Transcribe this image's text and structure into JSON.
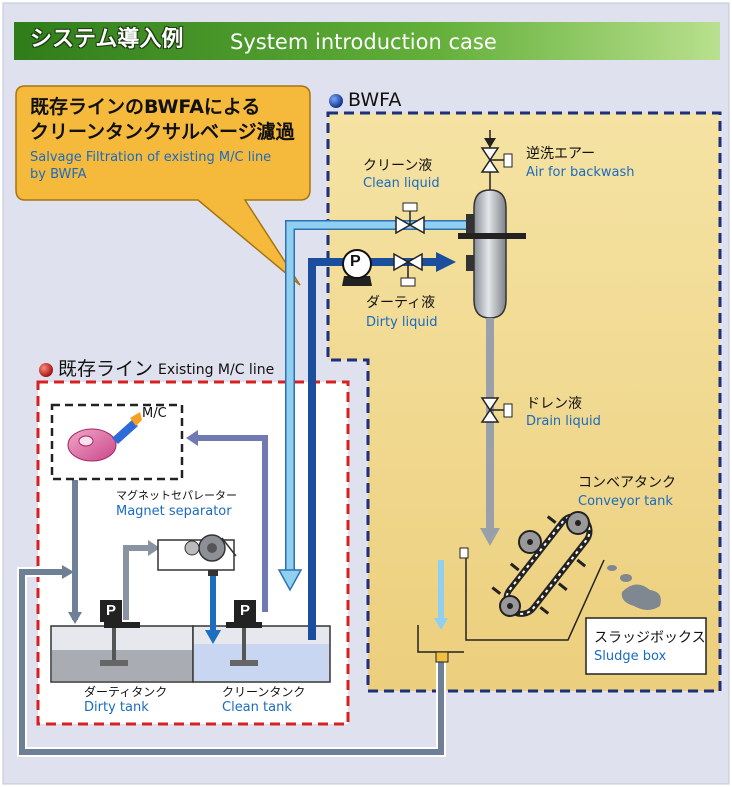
{
  "header": {
    "title_jp": "システム導入例",
    "title_en": "System introduction case"
  },
  "callout": {
    "line1_jp": "既存ラインのBWFAによる",
    "line2_jp": "クリーンタンクサルベージ濾過",
    "line1_en": "Salvage Filtration of existing M/C line",
    "line2_en": "by BWFA"
  },
  "sections": {
    "bwfa": "BWFA",
    "existing_jp": "既存ライン",
    "existing_en": "Existing M/C line"
  },
  "labels": {
    "clean_liquid_jp": "クリーン液",
    "clean_liquid_en": "Clean liquid",
    "backwash_jp": "逆洗エアー",
    "backwash_en": "Air for backwash",
    "dirty_liquid_jp": "ダーティ液",
    "dirty_liquid_en": "Dirty liquid",
    "drain_jp": "ドレン液",
    "drain_en": "Drain liquid",
    "conveyor_jp": "コンベアタンク",
    "conveyor_en": "Conveyor tank",
    "sludge_jp": "スラッジボックス",
    "sludge_en": "Sludge box",
    "mc": "M/C",
    "magnet_jp": "マグネットセパレーター",
    "magnet_en": "Magnet  separator",
    "dirty_tank_jp": "ダーティタンク",
    "dirty_tank_en": "Dirty tank",
    "clean_tank_jp": "クリーンタンク",
    "clean_tank_en": "Clean tank",
    "pump_p": "P"
  },
  "colors": {
    "background": "#dfe2ee",
    "header_green": "#4c9a2a",
    "callout_fill": "#f5b93c",
    "bwfa_panel": "#f2d98e",
    "bwfa_border": "#1c2f7a",
    "existing_border": "#d72020",
    "clean_pipe": "#8fd0f0",
    "dirty_pipe": "#1b4f9e",
    "drain_pipe": "#9aa0aa",
    "return_pipe": "#6f7f96",
    "magnet_pipe": "#707ab0"
  }
}
